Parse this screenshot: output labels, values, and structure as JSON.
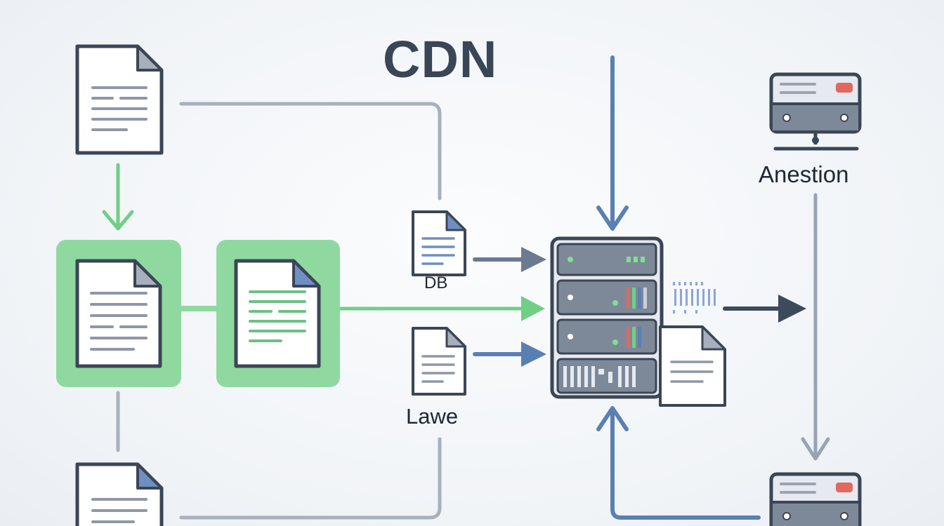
{
  "diagram": {
    "title": "CDN",
    "labels": {
      "db": "DB",
      "lawe": "Lawe",
      "anestion": "Anestion"
    }
  },
  "colors": {
    "doc_outline": "#3b4655",
    "doc_fold": "#9aa3b2",
    "doc_fold_blue": "#6f8fc4",
    "green_fill": "#8fd9a0",
    "green_arrow": "#6fcf86",
    "blue_arrow": "#5a7fb3",
    "gray_line": "#a9b0bd",
    "server_body": "#7d8899",
    "accent_red": "#e0685f"
  }
}
